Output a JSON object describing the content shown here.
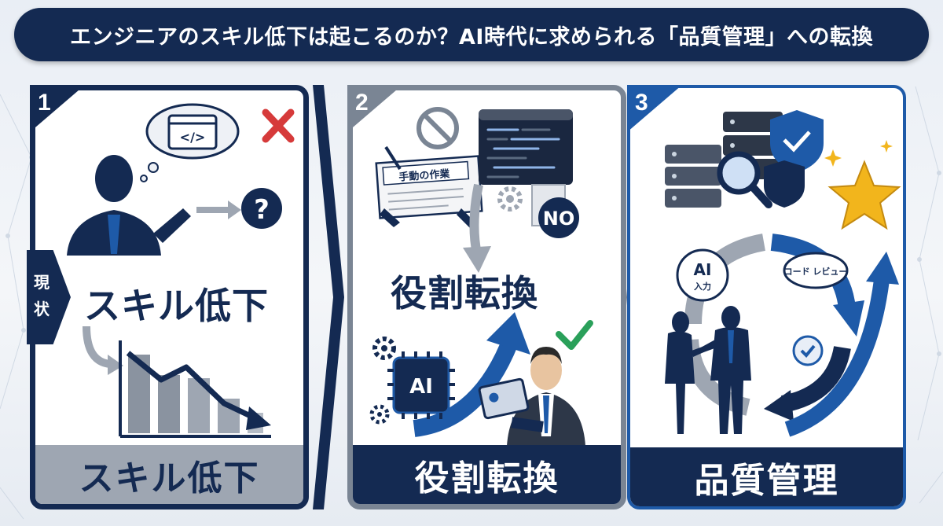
{
  "title": "エンジニアのスキル低下は起こるのか？AI時代に求められる「品質管理」への転換",
  "panels": [
    {
      "number": "1",
      "side_tab": "現状",
      "center_label": "スキル低下",
      "footer": "スキル低下",
      "code_bubble": "</>",
      "question": "?"
    },
    {
      "number": "2",
      "paper_label": "手動の作業",
      "no_badge": "NO",
      "center_label": "役割転換",
      "chip_label": "AI",
      "footer": "役割転換"
    },
    {
      "number": "3",
      "ai_bubble_title": "AI",
      "ai_bubble_sub": "入力",
      "review_bubble": "コード レビュー",
      "footer": "品質管理"
    }
  ],
  "colors": {
    "navy": "#142a52",
    "blue": "#1e5aa8",
    "gray": "#7a8594",
    "red": "#d63a3a",
    "green": "#2aa05a",
    "gold": "#f2b51c"
  }
}
